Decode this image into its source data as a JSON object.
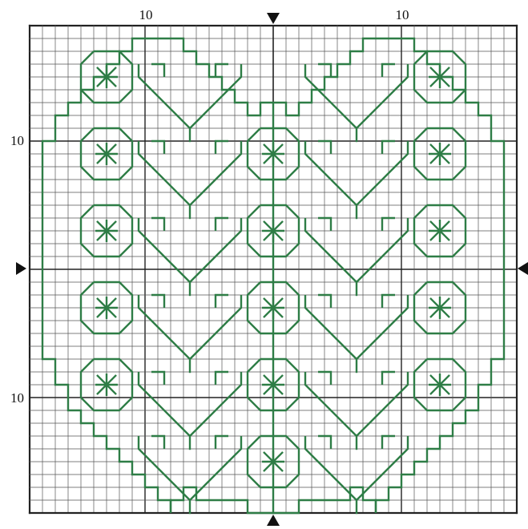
{
  "labels": {
    "top_left": "10",
    "top_right": "10",
    "left_top": "10",
    "left_bottom": "10"
  },
  "pattern": {
    "grid_cells": 38,
    "stitch_color": "#2e7d46",
    "grid_color": "#222222",
    "center_markers": "triangle"
  }
}
